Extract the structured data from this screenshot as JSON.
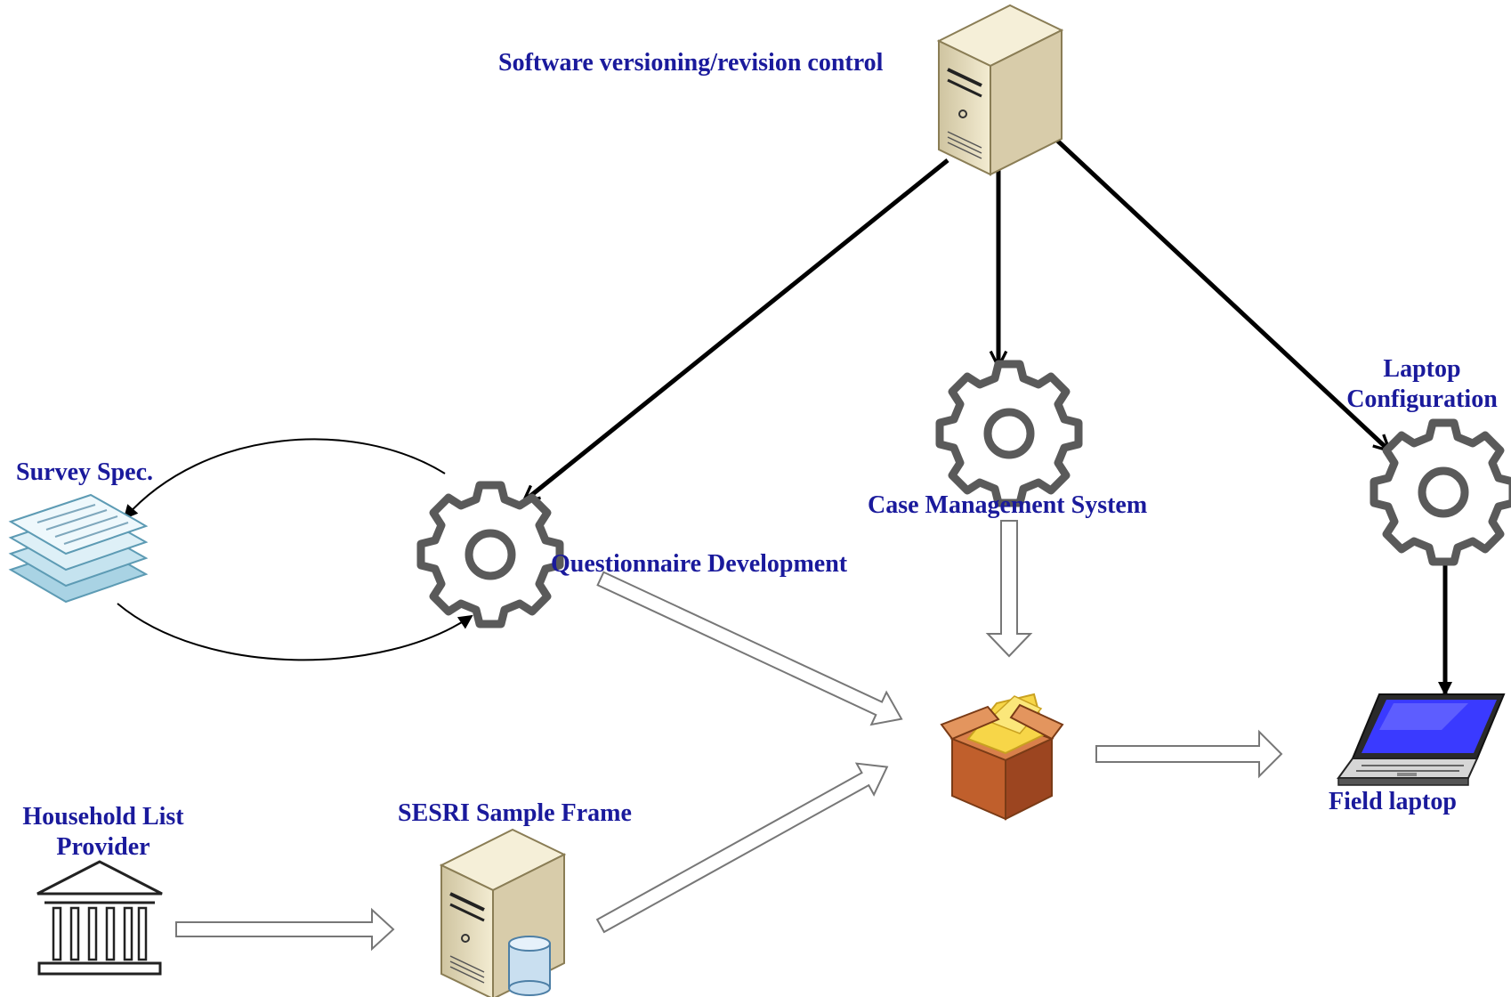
{
  "diagram": {
    "nodes": {
      "version_control": {
        "label": "Software versioning/revision control",
        "icon": "server-icon"
      },
      "case_management": {
        "label": "Case Management System",
        "icon": "gear-icon"
      },
      "laptop_config": {
        "label_line1": "Laptop",
        "label_line2": "Configuration",
        "icon": "gear-icon"
      },
      "survey_spec": {
        "label": "Survey Spec.",
        "icon": "documents-icon"
      },
      "questionnaire": {
        "label": "Questionnaire Development",
        "icon": "gear-icon"
      },
      "package": {
        "label": "",
        "icon": "package-box-icon"
      },
      "field_laptop": {
        "label": "Field laptop",
        "icon": "laptop-icon"
      },
      "household_provider": {
        "label_line1": "Household List",
        "label_line2": "Provider",
        "icon": "institution-icon"
      },
      "sample_frame": {
        "label": "SESRI Sample Frame",
        "icon": "database-server-icon"
      }
    },
    "edges": [
      {
        "from": "version_control",
        "to": "questionnaire",
        "style": "solid-black"
      },
      {
        "from": "version_control",
        "to": "case_management",
        "style": "solid-black"
      },
      {
        "from": "version_control",
        "to": "laptop_config",
        "style": "solid-black"
      },
      {
        "from": "laptop_config",
        "to": "field_laptop",
        "style": "solid-black"
      },
      {
        "from": "questionnaire",
        "to": "survey_spec",
        "style": "curved-thin"
      },
      {
        "from": "survey_spec",
        "to": "questionnaire",
        "style": "curved-thin"
      },
      {
        "from": "case_management",
        "to": "package",
        "style": "hollow-block"
      },
      {
        "from": "questionnaire",
        "to": "package",
        "style": "hollow-block"
      },
      {
        "from": "sample_frame",
        "to": "package",
        "style": "hollow-block"
      },
      {
        "from": "household_provider",
        "to": "sample_frame",
        "style": "hollow-block"
      },
      {
        "from": "package",
        "to": "field_laptop",
        "style": "hollow-block"
      }
    ],
    "colors": {
      "label_text": "#1a1a9c",
      "gear": "#5a5a5a",
      "server_body": "#e8dfc0",
      "laptop_screen": "#3a3aff",
      "box": "#b5582a",
      "document": "#bfe0ee"
    }
  }
}
